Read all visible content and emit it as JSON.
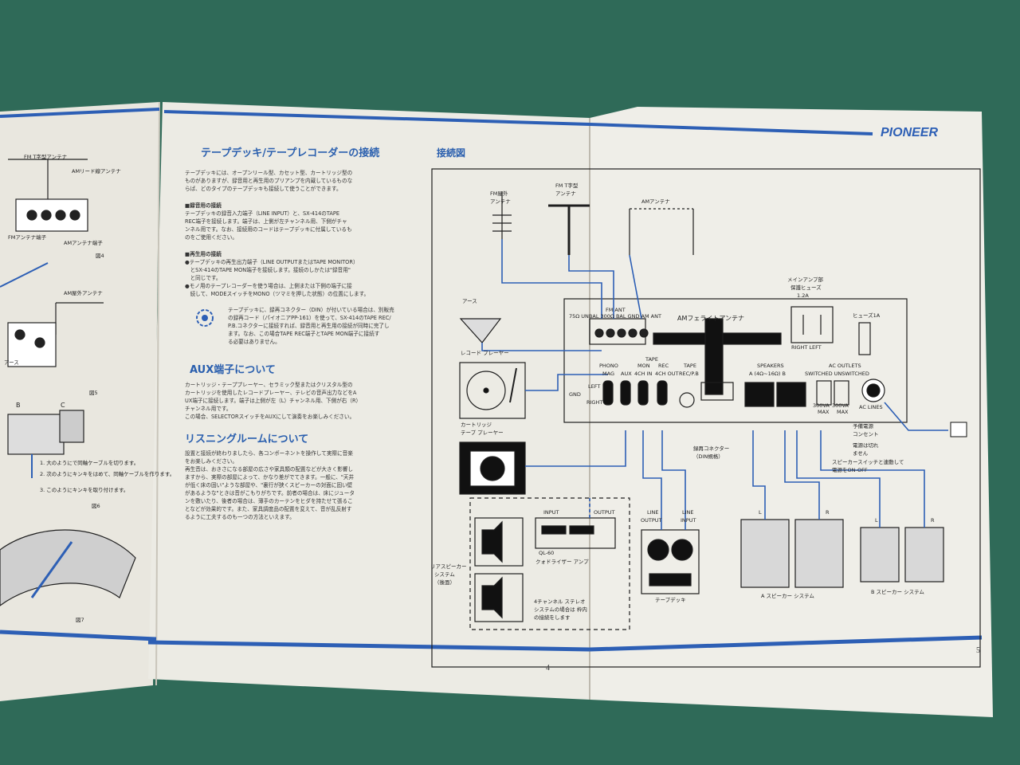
{
  "brand": "PIONEER",
  "page_left": {
    "page_number": "4",
    "figure_labels": {
      "fig4": "図4",
      "fig5": "図5",
      "fig6": "図6",
      "fig7": "図7",
      "fm_t_antenna": "FM T字型アンテナ",
      "am_lead_antenna": "AMリード線アンテナ",
      "fm_antenna_terminal": "FMアンテナ端子",
      "am_antenna_terminal": "AMアンテナ端子",
      "am_outdoor_antenna": "AM屋外アンテナ",
      "earth": "アース",
      "label_b": "B",
      "label_c": "C",
      "note_1": "1. 大のようにで同軸ケーブルを切ります。",
      "note_2": "2. 次のようにキンキをはめて、同軸ケーブルを作ります。",
      "note_3": "3. このようにキンキを取り付けます。"
    },
    "section_tape": {
      "title": "テープデッキ/テープレコーダーの接続",
      "intro": [
        "テープデッキには、オープンリール型、カセット型、カートリッジ型の",
        "ものがありますが、録音用と再生用のプリアンプを内蔵しているものな",
        "らば、どのタイプのテープデッキも接続して使うことができます。"
      ],
      "rec_heading": "■録音用の接続",
      "rec_body": [
        "テープデッキの録音入力端子（LINE INPUT）と、SX-414のTAPE",
        "REC端子を接続します。端子は、上側が左チャンネル用、下側がチャ",
        "ンネル用です。なお、接続用のコードはテープデッキに付属しているも",
        "のをご使用ください。"
      ],
      "play_heading": "■再生用の接続",
      "play_body": [
        "●テープデッキの再生出力端子（LINE OUTPUTまたはTAPE MONITOR）",
        "　とSX-414のTAPE MON端子を接続します。接続のしかたは\"録音用\"",
        "　と同じです。",
        "●モノ用のテープレコーダーを使う場合は、上側または下側の端子に接",
        "　続して、MODEスイッチをMONO（ツマミを押した状態）の位置にします。"
      ],
      "din_note": [
        "テープデッキに、録再コネクター（DIN）が付いている場合は、別販売",
        "の録再コード（パイオニアPP-161）を使って、SX-414のTAPE REC/",
        "P.B.コネクターに接続すれば、録音用と再生用の接続が同時に完了し",
        "ます。なお、この場合TAPE REC端子とTAPE MON端子に接続す",
        "る必要はありません。"
      ]
    },
    "section_aux": {
      "title": "AUX端子について",
      "body": [
        "カートリッジ・テーププレーヤー、セラミック型またはクリスタル型の",
        "カートリッジを使用したレコードプレーヤー、テレビの音声出力などをA",
        "UX端子に接続します。端子は上側が左（L）チャンネル用、下側が右（R）",
        "チャンネル用です。",
        "この場合、SELECTORスイッチをAUXにして演奏をお楽しみください。"
      ]
    },
    "section_listening": {
      "title": "リスニングルームについて",
      "body": [
        "設置と接続が終わりましたら、各コンポーネントを操作して実際に音楽",
        "をお楽しみください。",
        "再生音は、おきさになる部屋の広さや家具類の配置などが大きく影響し",
        "ますから、実際の部屋によって、かなり差がでてきます。一般に、\"天井",
        "が低く床の固い\"ような部屋や、\"裏行が狭くスピーカーの対面に固い壁",
        "があるような\"ときは音がこもりがちです。前者の場合は、床にジュータ",
        "ンを敷いたり、後者の場合は、薄手のカーテンをヒダを持たせて張るこ",
        "となどが効果的です。また、家具調度品の配置を変えて、音が乱反射す",
        "るように工夫するのも一つの方法といえます。"
      ]
    }
  },
  "page_right": {
    "page_number": "5",
    "diagram_title": "接続図",
    "labels": {
      "fm_outdoor": [
        "FM屋外",
        "アンテナ"
      ],
      "fm_t": [
        "FM T字型",
        "アンテナ"
      ],
      "am_antenna": "AMアンテナ",
      "earth": "アース",
      "ant_terminals": "75Ω UNBAL  300Ω BAL  GND  AM  ANT",
      "fm_ant": "FM ANT",
      "am_ferrite": "AMフェライトアンテナ",
      "fuse_main": [
        "メインアンプ部",
        "保護ヒューズ",
        "1.2A"
      ],
      "fuse_1a": "ヒューズ1A",
      "right_left": "RIGHT   LEFT",
      "record_player": "レコード プレーヤー",
      "cartridge_player": [
        "カートリッジ",
        "テープ プレーヤー"
      ],
      "phono_mag": [
        "PHONO",
        "MAG"
      ],
      "aux": "AUX",
      "tape": "TAPE",
      "mon_4ch_in": [
        "MON",
        "4CH IN"
      ],
      "rec_4ch_out": [
        "REC",
        "4CH OUT"
      ],
      "tape_rec_pb": [
        "TAPE",
        "REC/P.B"
      ],
      "left": "LEFT",
      "right": "RIGHT",
      "gnd": "GND",
      "speakers": [
        "SPEAKERS",
        "A (4Ω~16Ω) B"
      ],
      "ac_outlets": [
        "AC OUTLETS",
        "SWITCHED  UNSWITCHED"
      ],
      "va_300_max": [
        "300VA",
        "MAX"
      ],
      "ac_lines": "AC LINES",
      "spare_outlet": [
        "予備電源",
        "コンセント"
      ],
      "power_note": [
        "電源は切れ",
        "ません"
      ],
      "speaker_switch_note": [
        "スピーカースイッチと連動して",
        "電源をON-OFF"
      ],
      "din_connector": [
        "録再コネクター",
        "（DIN規格）"
      ],
      "input": "INPUT",
      "output": "OUTPUT",
      "ql60": "QL-60",
      "quadraphonic_amp": "クォドライザー アンプ",
      "rear_speaker": [
        "リアスピーカー",
        "システム",
        "（後面）"
      ],
      "four_channel_note": [
        "4チャンネル ステレオ",
        "システムの場合は 枠内",
        "の接続をします"
      ],
      "line_output": [
        "LINE",
        "OUTPUT"
      ],
      "line_input": [
        "LINE",
        "INPUT"
      ],
      "tape_deck": "テープデッキ",
      "a_speaker": "A スピーカー システム",
      "b_speaker": "B スピーカー システム",
      "l": "L",
      "r": "R"
    }
  }
}
